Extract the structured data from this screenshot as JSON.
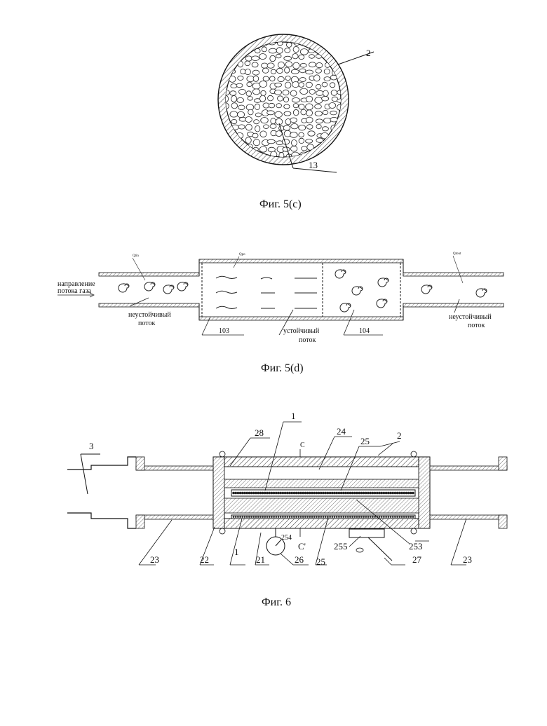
{
  "fig5c": {
    "caption": "Фиг. 5(с)",
    "labels": {
      "shell": "2",
      "packing": "13"
    }
  },
  "fig5d": {
    "caption": "Фиг. 5(d)",
    "flow_direction": [
      "направление",
      "потока газа"
    ],
    "unstable_left": [
      "неустойчивый",
      "поток"
    ],
    "unstable_right": [
      "неустойчивый",
      "поток"
    ],
    "stable": [
      "устойчивый",
      "поток"
    ],
    "section_left": "103",
    "section_right": "104",
    "q_in": "Qtin",
    "q_mid": "Qpo",
    "q_out": "Qtout"
  },
  "fig6": {
    "caption": "Фиг. 6",
    "labels": {
      "l1_top": "1",
      "l1_bottom": "1",
      "l2": "2",
      "l3": "3",
      "l21": "21",
      "l22": "22",
      "l23_left": "23",
      "l23_right": "23",
      "l24": "24",
      "l25_top": "25",
      "l25_bottom": "25",
      "l26": "26",
      "l27": "27",
      "l28": "28",
      "l253": "253",
      "l254": "254",
      "l255": "255",
      "section_c": "C",
      "section_c2": "C'"
    }
  }
}
